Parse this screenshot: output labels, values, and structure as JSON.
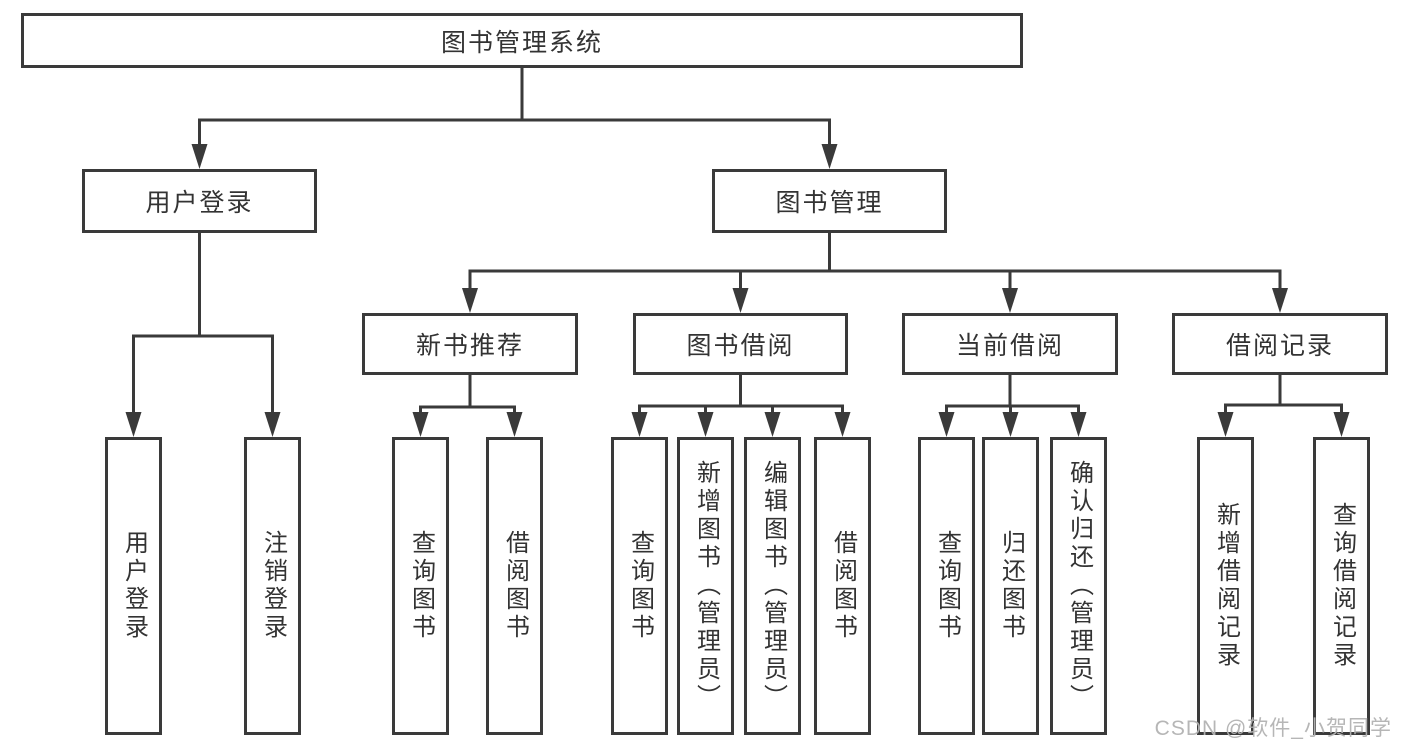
{
  "diagram": {
    "title": "图书管理系统",
    "branches": [
      {
        "label": "用户登录",
        "children": [
          "用户登录",
          "注销登录"
        ]
      },
      {
        "label": "图书管理"
      }
    ],
    "modules": [
      {
        "label": "新书推荐",
        "children": [
          "查询图书",
          "借阅图书"
        ]
      },
      {
        "label": "图书借阅",
        "children": [
          "查询图书",
          "新增图书（管理员）",
          "编辑图书（管理员）",
          "借阅图书"
        ]
      },
      {
        "label": "当前借阅",
        "children": [
          "查询图书",
          "归还图书",
          "确认归还（管理员）"
        ]
      },
      {
        "label": "借阅记录",
        "children": [
          "新增借阅记录",
          "查询借阅记录"
        ]
      }
    ]
  },
  "watermark": {
    "text": "CSDN @软件_小贺同学"
  },
  "colors": {
    "line": "#3a3a3a",
    "text": "#333333",
    "box_fill": "#ffffff",
    "watermark": "#b2b2b2",
    "background": "#ffffff"
  }
}
